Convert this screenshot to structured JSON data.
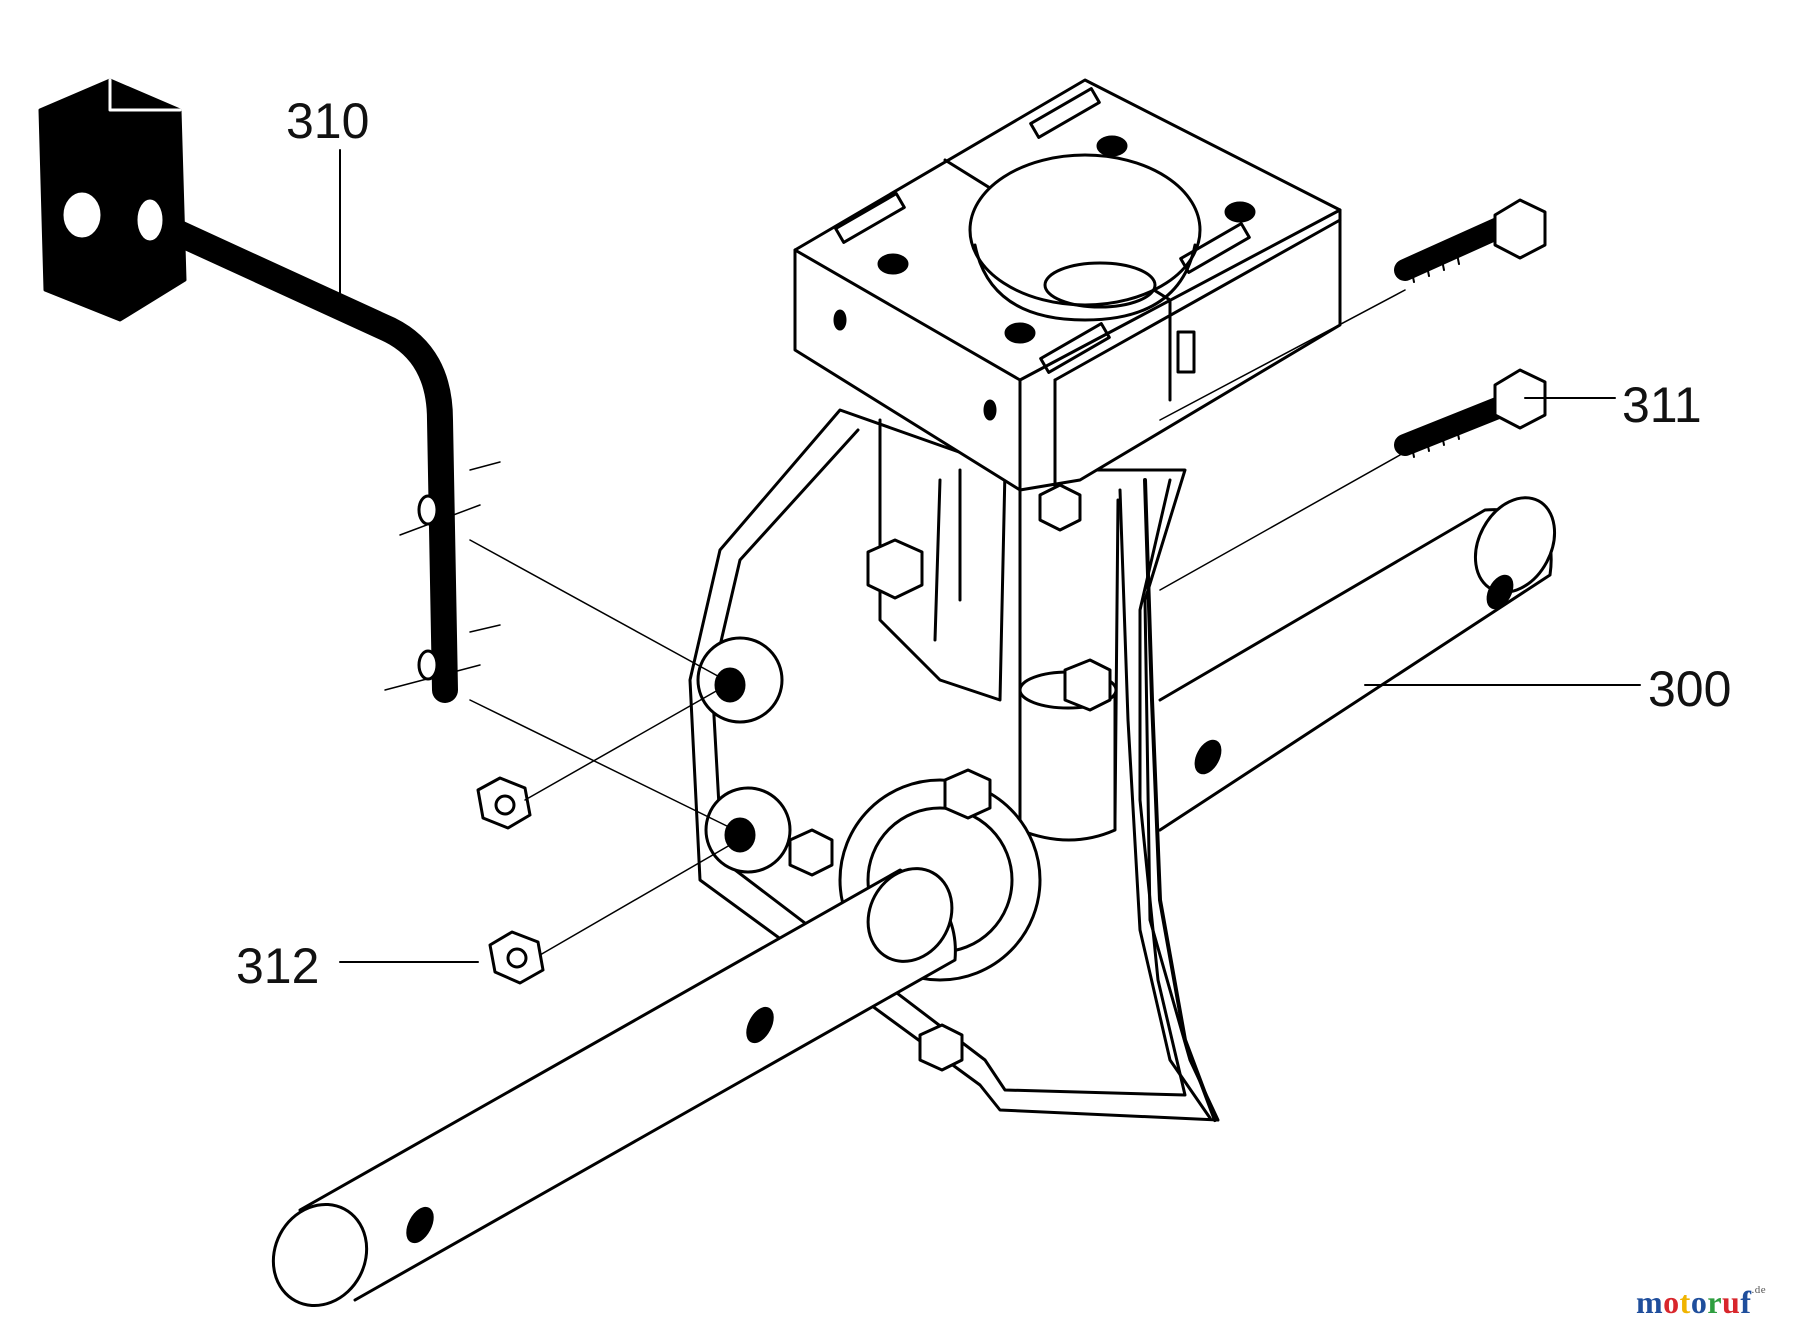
{
  "callouts": {
    "part_310": "310",
    "part_311": "311",
    "part_300": "300",
    "part_312": "312"
  },
  "watermark": {
    "letters": [
      "m",
      "o",
      "t",
      "o",
      "r",
      "u",
      "f"
    ],
    "suffix": ".de",
    "letter_colors": [
      "#1f4e9c",
      "#d8262c",
      "#f0b400",
      "#1f4e9c",
      "#2e9e3f",
      "#d8262c",
      "#1f4e9c"
    ]
  },
  "colors": {
    "ink": "#000000",
    "paper": "#ffffff",
    "bracket_fill": "#000000"
  }
}
